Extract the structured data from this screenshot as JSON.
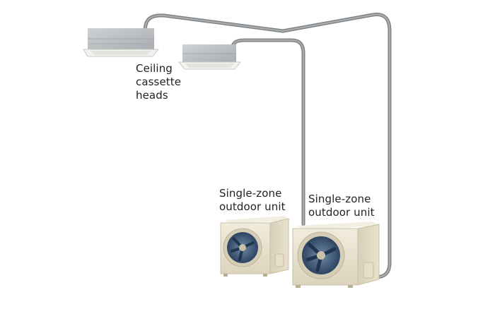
{
  "labels": {
    "cassette_heads": [
      "Ceiling",
      "cassette",
      "heads"
    ],
    "outdoor_unit_left": [
      "Single-zone",
      "outdoor unit"
    ],
    "outdoor_unit_right": [
      "Single-zone",
      "outdoor unit"
    ]
  },
  "colors": {
    "background": "#ffffff",
    "line_set": "#8f9396",
    "cassette_body": "#b9bcbf",
    "cassette_grille": "#f1f1ef",
    "outdoor_unit_body": "#e9e2d0",
    "fan_blades": "#3d5a7c",
    "text": "#222222"
  },
  "icons": [
    "ceiling-cassette-icon",
    "outdoor-condenser-icon",
    "refrigerant-line-icon"
  ]
}
